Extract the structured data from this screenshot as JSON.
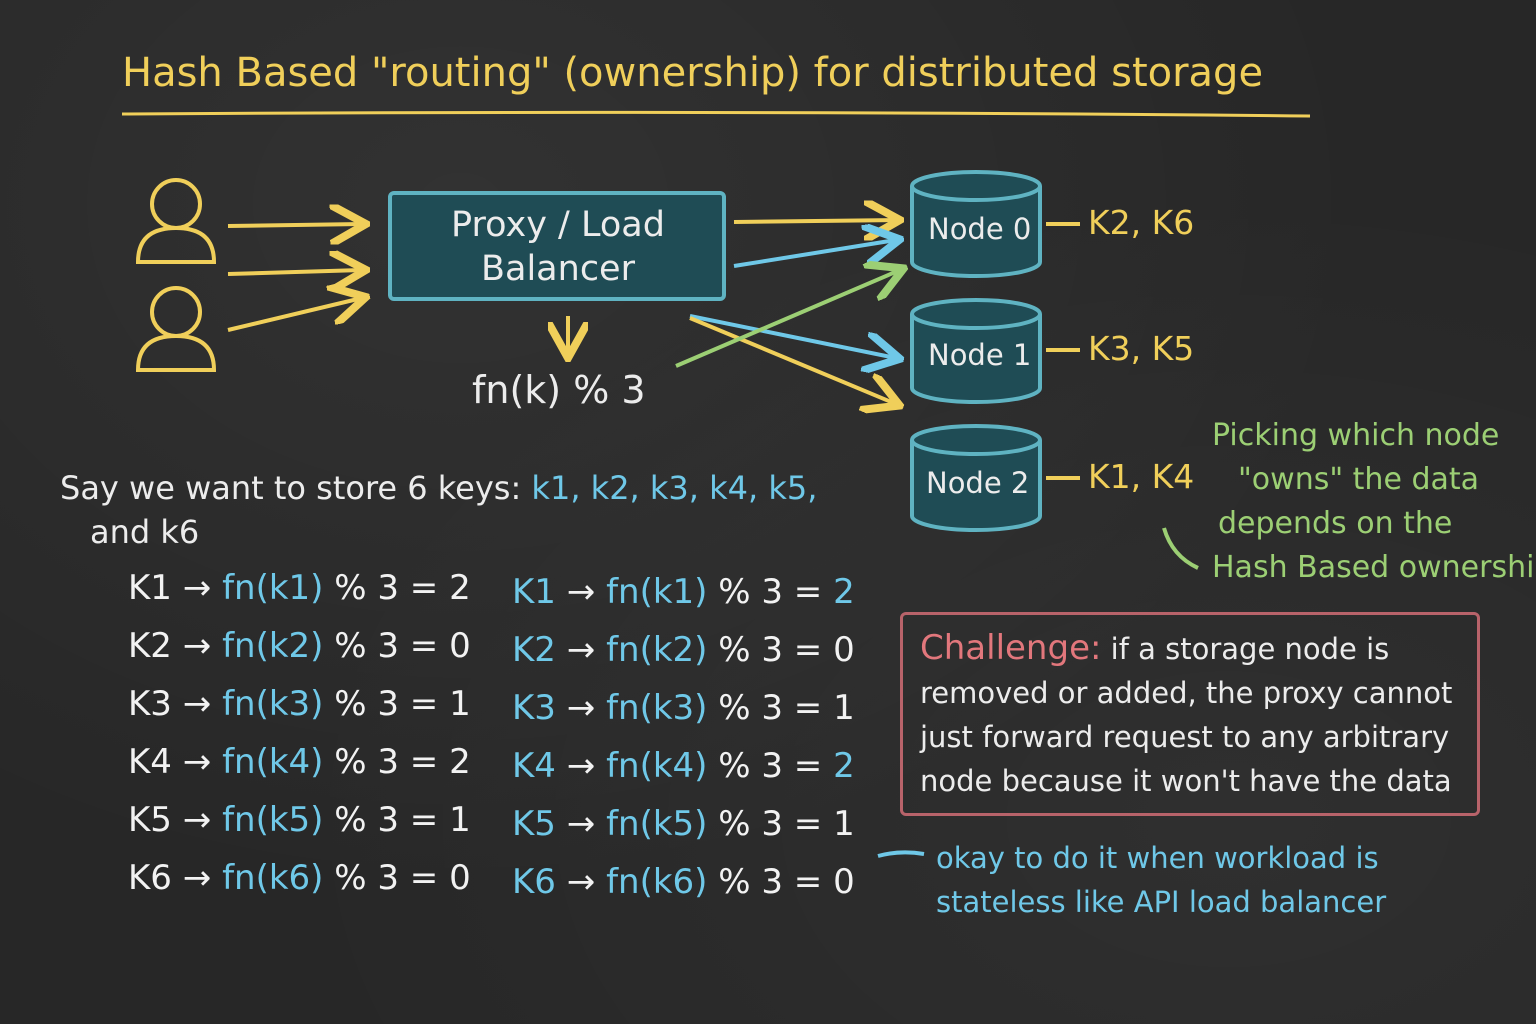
{
  "title": "Hash Based \"routing\" (ownership) for distributed storage",
  "proxy": {
    "line1": "Proxy / Load",
    "line2": "Balancer"
  },
  "hash_fn": "fn(k) % 3",
  "nodes": [
    {
      "label": "Node 0",
      "keys": "K2, K6"
    },
    {
      "label": "Node 1",
      "keys": "K3, K5"
    },
    {
      "label": "Node 2",
      "keys": "K1, K4"
    }
  ],
  "intro": {
    "prefix": "Say we want to store 6 keys:",
    "keys": "k1, k2, k3, k4, k5,",
    "line2": "and k6"
  },
  "mapping_left": [
    {
      "key": "K1",
      "fn": "fn(k1)",
      "mod": "% 3 =",
      "result": "2"
    },
    {
      "key": "K2",
      "fn": "fn(k2)",
      "mod": "% 3 =",
      "result": "0"
    },
    {
      "key": "K3",
      "fn": "fn(k3)",
      "mod": "% 3 =",
      "result": "1"
    },
    {
      "key": "K4",
      "fn": "fn(k4)",
      "mod": "% 3 =",
      "result": "2"
    },
    {
      "key": "K5",
      "fn": "fn(k5)",
      "mod": "% 3 =",
      "result": "1"
    },
    {
      "key": "K6",
      "fn": "fn(k6)",
      "mod": "% 3 =",
      "result": "0"
    }
  ],
  "mapping_right": [
    {
      "key": "K1",
      "fn": "fn(k1)",
      "mod": "% 3 =",
      "result": "2"
    },
    {
      "key": "K2",
      "fn": "fn(k2)",
      "mod": "% 3 =",
      "result": "0"
    },
    {
      "key": "K3",
      "fn": "fn(k3)",
      "mod": "% 3 =",
      "result": "1"
    },
    {
      "key": "K4",
      "fn": "fn(k4)",
      "mod": "% 3 =",
      "result": "2"
    },
    {
      "key": "K5",
      "fn": "fn(k5)",
      "mod": "% 3 =",
      "result": "1"
    },
    {
      "key": "K6",
      "fn": "fn(k6)",
      "mod": "% 3 =",
      "result": "0"
    }
  ],
  "arrow_symbol": "→",
  "note": {
    "line1": "Picking which node",
    "line2": "\"owns\" the data",
    "line3": "depends on the",
    "line4": "Hash Based ownership"
  },
  "challenge": {
    "heading": "Challenge:",
    "text": "if a storage node is removed or added, the proxy cannot just forward request to any arbitrary node because it won't have the data"
  },
  "okay": {
    "line1": "okay to do it when workload is",
    "line2": "stateless like API load balancer"
  },
  "colors": {
    "yellow": "#f0cf5a",
    "blue": "#6fc8e8",
    "green": "#9ccf74",
    "red": "#e2777c",
    "node_fill": "#1f4c55",
    "node_stroke": "#5fb3c2"
  },
  "icons": [
    "user-icon",
    "user-icon"
  ]
}
